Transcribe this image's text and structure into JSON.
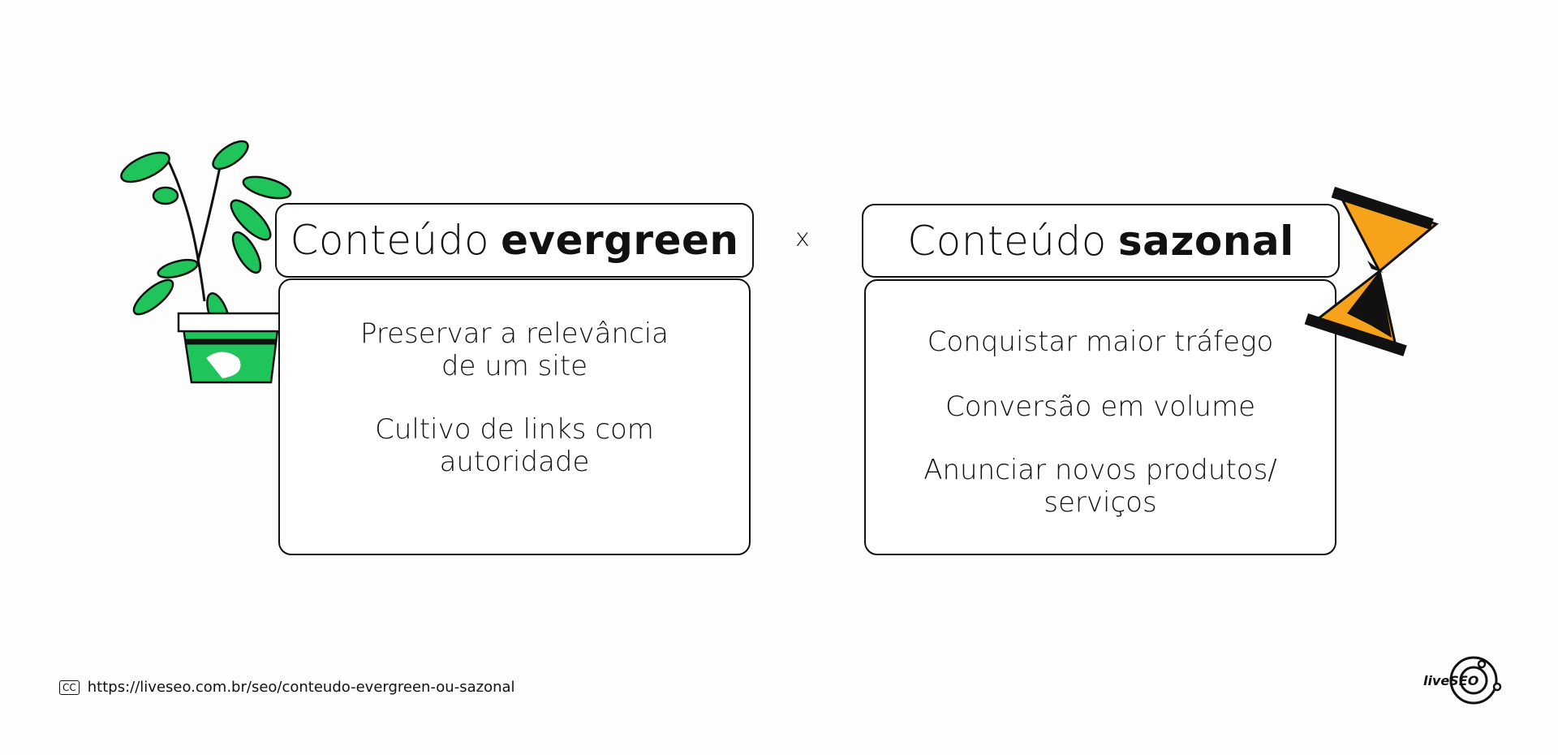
{
  "evergreen": {
    "title_prefix": "Conteúdo",
    "title_bold": "evergreen",
    "items": [
      "Preservar a relevância de um site",
      "Cultivo de links com autoridade"
    ]
  },
  "separator": "x",
  "sazonal": {
    "title_prefix": "Conteúdo",
    "title_bold": "sazonal",
    "items": [
      "Conquistar maior tráfego",
      "Conversão em volume",
      "Anunciar novos produtos/ serviços"
    ]
  },
  "footer": {
    "license_badge": "CC",
    "url": "https://liveseo.com.br/seo/conteudo-evergreen-ou-sazonal"
  },
  "logo": {
    "text": "liveSEO"
  },
  "colors": {
    "green": "#1fc45a",
    "orange": "#f7a21b",
    "ink": "#111111"
  }
}
